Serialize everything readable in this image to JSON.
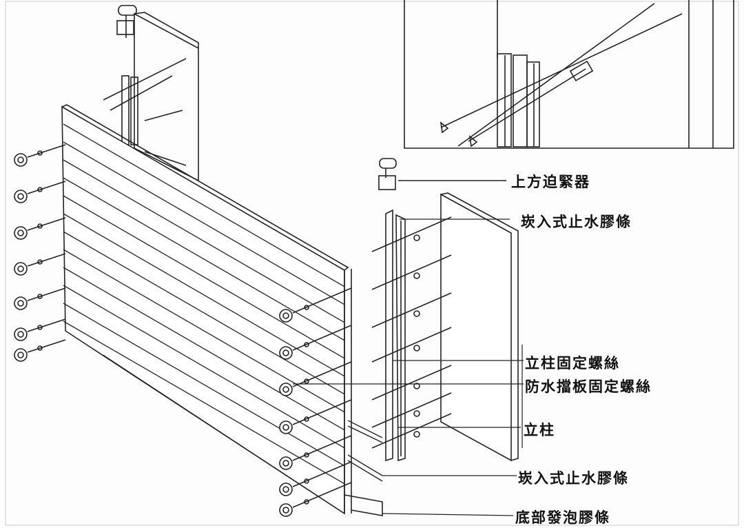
{
  "labels": {
    "top_clamp": "上方迫緊器",
    "embedded_gasket_top": "崁入式止水膠條",
    "post_fixing_screw": "立柱固定螺絲",
    "barrier_fixing_screw": "防水擋板固定螺絲",
    "post": "立柱",
    "embedded_gasket_bottom": "崁入式止水膠條",
    "bottom_foam_gasket": "底部發泡膠條"
  }
}
